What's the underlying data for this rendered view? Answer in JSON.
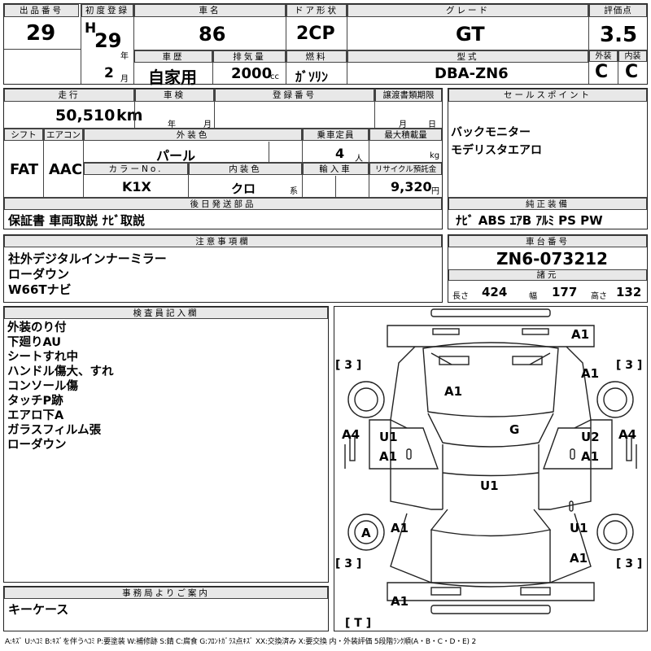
{
  "header": {
    "lot_label": "出品番号",
    "lot": "29",
    "first_reg_label": "初度登録",
    "era": "H",
    "year": "29",
    "year_unit": "年",
    "month": "2",
    "month_unit": "月",
    "car_name_label": "車名",
    "car_name": "86",
    "door_label": "ドア形状",
    "door": "2CP",
    "grade_label": "グレード",
    "grade": "GT",
    "score_label": "評価点",
    "score": "3.5",
    "ext_label": "外装",
    "ext": "C",
    "int_label": "内装",
    "int": "C",
    "history_label": "車歴",
    "history": "自家用",
    "displacement_label": "排気量",
    "displacement": "2000",
    "displacement_unit": "cc",
    "fuel_label": "燃料",
    "fuel": "ｶﾞｿﾘﾝ",
    "model_label": "型式",
    "model": "DBA-ZN6"
  },
  "row2": {
    "mileage_label": "走行",
    "mileage": "50,510",
    "mileage_unit": "km",
    "inspection_label": "車検",
    "insp_year_unit": "年",
    "insp_month_unit": "月",
    "reg_no_label": "登録番号",
    "transfer_label": "譲渡書類期限",
    "transfer_month_unit": "月",
    "transfer_day_unit": "日",
    "shift_label": "シフト",
    "shift": "FAT",
    "ac_label": "エアコン",
    "ac": "AAC",
    "ext_color_label": "外装色",
    "ext_color": "パール",
    "capacity_label": "乗車定員",
    "capacity": "4",
    "capacity_unit": "人",
    "max_load_label": "最大積載量",
    "max_load_unit": "kg",
    "color_no_label": "カラーNo.",
    "color_no": "K1X",
    "int_color_label": "内装色",
    "int_color": "クロ",
    "int_color_unit": "系",
    "import_label": "輸入車",
    "recycle_label": "リサイクル預託金",
    "recycle": "9,320",
    "recycle_unit": "円",
    "later_parts_label": "後日発送部品",
    "later_parts": "保証書 車両取説 ﾅﾋﾞ取説"
  },
  "sales": {
    "label": "セールスポイント",
    "lines": [
      "バックモニター",
      "モデリスタエアロ"
    ]
  },
  "equipment": {
    "label": "純正装備",
    "value": "ﾅﾋﾞ ABS ｴｱB ｱﾙﾐ PS PW"
  },
  "notes": {
    "label": "注意事項欄",
    "lines": [
      "社外デジタルインナーミラー",
      "ローダウン",
      "W66Tナビ"
    ]
  },
  "chassis": {
    "label": "車台番号",
    "value": "ZN6-073212",
    "spec_label": "諸元",
    "length_label": "長さ",
    "length": "424",
    "width_label": "幅",
    "width": "177",
    "height_label": "高さ",
    "height": "132"
  },
  "inspector": {
    "label": "検査員記入欄",
    "lines": [
      "外装のり付",
      "下廻りAU",
      "シートすれ中",
      "ハンドル傷大、すれ",
      "コンソール傷",
      "タッチP跡",
      "エアロ下A",
      "ガラスフィルム張",
      "ローダウン"
    ]
  },
  "office": {
    "label": "事務局よりご案内",
    "value": "キーケース"
  },
  "diagram": {
    "marks": [
      "A1",
      "A1",
      "A1",
      "A4",
      "U1",
      "A1",
      "G",
      "U2",
      "A1",
      "A4",
      "U1",
      "A",
      "A1",
      "U1",
      "A1",
      "A1"
    ],
    "tire_marks": [
      "[ 3 ]",
      "[ 3 ]",
      "[ 3 ]",
      "[ 3 ]",
      "[ T ]"
    ]
  },
  "legend": "A:ｷｽﾞ U:ﾍｺﾐ B:ｷｽﾞを伴うﾍｺﾐ P:要塗装 W:補修跡 S:錆 C:腐食 G:ﾌﾛﾝﾄｶﾞﾗｽ点ｷｽﾞ XX:交換済み X:要交換 内・外装評価 5段階ﾗﾝｸ順(A・B・C・D・E) 2"
}
